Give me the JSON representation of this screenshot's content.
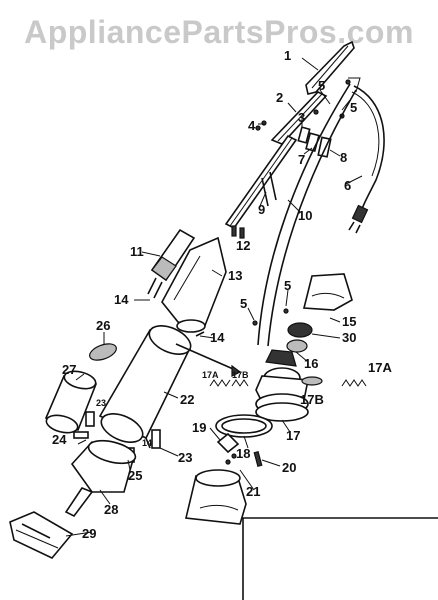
{
  "watermark": "AppliancePartsPros.com",
  "labels": {
    "p1": "1",
    "p2": "2",
    "p3": "3",
    "p4": "4",
    "p5a": "5",
    "p5b": "5",
    "p5c": "5",
    "p5d": "5",
    "p6": "6",
    "p7": "7",
    "p8": "8",
    "p9": "9",
    "p10": "10",
    "p11": "11",
    "p12": "12",
    "p13": "13",
    "p14a": "14",
    "p14b": "14",
    "p14c": "14",
    "p15": "15",
    "p16": "16",
    "p17": "17",
    "p17a_left": "17A",
    "p17b_left": "17B",
    "p17a_right": "17A",
    "p17b_right": "17B",
    "p18": "18",
    "p19": "19",
    "p20": "20",
    "p21": "21",
    "p22": "22",
    "p23a": "23",
    "p23b": "23",
    "p24": "24",
    "p25": "25",
    "p26": "26",
    "p27": "27",
    "p28": "28",
    "p29": "29",
    "p30": "30"
  }
}
